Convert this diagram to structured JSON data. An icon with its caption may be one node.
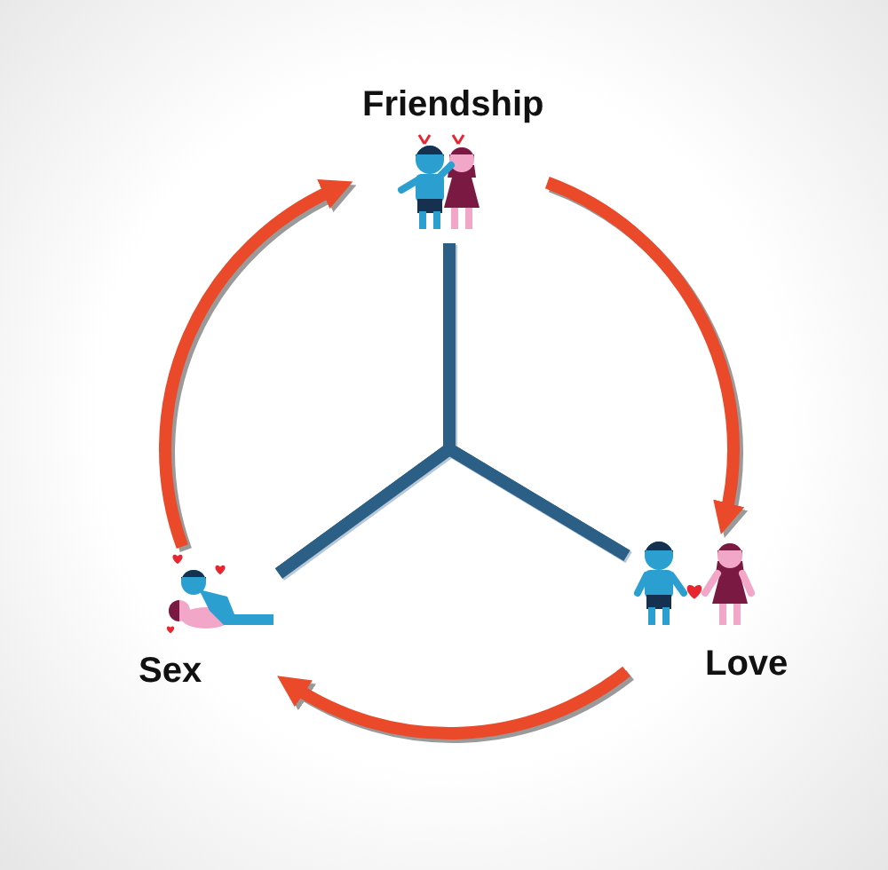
{
  "diagram": {
    "nodes": [
      {
        "text": [
          "Friendship"
        ]
      },
      {
        "text": [
          "Love"
        ]
      },
      {
        "text": [
          "Sex"
        ]
      }
    ],
    "edges": [
      {
        "from": 0,
        "to": 1,
        "arrow": "to",
        "color": "#ea4a2a"
      },
      {
        "from": 1,
        "to": 2,
        "arrow": "to",
        "color": "#ea4a2a"
      },
      {
        "from": 2,
        "to": 0,
        "arrow": "to",
        "color": "#ea4a2a"
      },
      {
        "from": 0,
        "to": 1,
        "arrow": "none",
        "color": "#2b5f85"
      },
      {
        "from": 0,
        "to": 2,
        "arrow": "none",
        "color": "#2b5f85"
      },
      {
        "from": 1,
        "to": 2,
        "arrow": "none",
        "color": "#2b5f85"
      }
    ]
  }
}
